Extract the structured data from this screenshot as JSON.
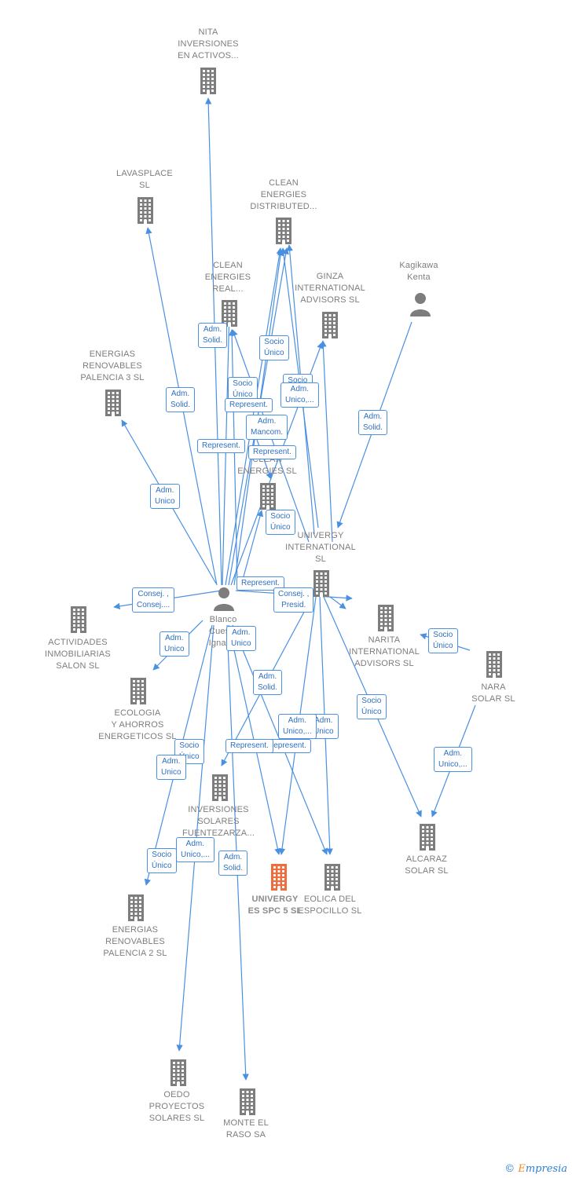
{
  "diagram": {
    "focus_node": "univergyes_spc5",
    "nodes": {
      "nita": {
        "label": "NITA\nINVERSIONES\nEN ACTIVOS...",
        "kind": "company"
      },
      "lavasplace": {
        "label": "LAVASPLACE\nSL",
        "kind": "company"
      },
      "clean_distributed": {
        "label": "CLEAN\nENERGIES\nDISTRIBUTED...",
        "kind": "company"
      },
      "clean_real": {
        "label": "CLEAN\nENERGIES\nREAL...",
        "kind": "company"
      },
      "ginza": {
        "label": "GINZA\nINTERNATIONAL\nADVISORS  SL",
        "kind": "company"
      },
      "kagikawa": {
        "label": "Kagikawa\nKenta",
        "kind": "person"
      },
      "energias_p3": {
        "label": "ENERGIAS\nRENOVABLES\nPALENCIA 3 SL",
        "kind": "company"
      },
      "clean_energies_sl": {
        "label": "CLEAN\nENERGIES SL",
        "kind": "company"
      },
      "univergy_intl": {
        "label": "UNIVERGY\nINTERNATIONAL\nSL",
        "kind": "company"
      },
      "blanco": {
        "label": "Blanco\nCuesta\nIgnacio",
        "kind": "person"
      },
      "actividades": {
        "label": "ACTIVIDADES\nINMOBILIARIAS\nSALON SL",
        "kind": "company"
      },
      "narita": {
        "label": "NARITA\nINTERNATIONAL\nADVISORS  SL",
        "kind": "company"
      },
      "nara": {
        "label": "NARA\nSOLAR  SL",
        "kind": "company"
      },
      "ecologia": {
        "label": "ECOLOGIA\nY AHORROS\nENERGETICOS SL",
        "kind": "company"
      },
      "inversiones_solares": {
        "label": "INVERSIONES\nSOLARES\nFUENTEZARZA...",
        "kind": "company"
      },
      "alcaraz": {
        "label": "ALCARAZ\nSOLAR SL",
        "kind": "company"
      },
      "univergyes_spc5": {
        "label": "UNIVERGY\nES SPC 5  SL",
        "kind": "company"
      },
      "eolica": {
        "label": "EOLICA DEL\nESPOCILLO SL",
        "kind": "company"
      },
      "energias_p2": {
        "label": "ENERGIAS\nRENOVABLES\nPALENCIA 2 SL",
        "kind": "company"
      },
      "oedo": {
        "label": "OEDO\nPROYECTOS\nSOLARES  SL",
        "kind": "company"
      },
      "monte": {
        "label": "MONTE EL\nRASO SA",
        "kind": "company"
      }
    },
    "edge_labels": {
      "l1": "Adm.\nSolid.",
      "l2": "Socio\nÚnico",
      "l3": "Socio\nÚnico",
      "l4": "Socio\nÚnico",
      "l5": "Adm.\nUnico,...",
      "l6": "Adm.\nSolid.",
      "l7": "Represent.",
      "l8": "Adm.\nSolid.",
      "l9": "Adm.\nMancom.",
      "l10": "Represent.",
      "l11": "Represent.",
      "l12": "Adm.\nUnico",
      "l13": "Socio\nÚnico",
      "l14": "Represent.",
      "l15": "Consej. ,\nConsej....",
      "l16": "Consej. ,\nPresid.",
      "l17": "Adm.\nUnico",
      "l18": "Adm.\nUnico",
      "l19": "Socio\nÚnico",
      "l20": "Adm.\nSolid.",
      "l21": "Socio\nÚnico",
      "l22": "Adm.\nUnico",
      "l23": "Adm.\nUnico,...",
      "l24": "Represent.",
      "l25": "Represent.",
      "l26": "Socio\nÚnico",
      "l27": "Adm.\nUnico",
      "l28": "Adm.\nUnico,...",
      "l29": "Socio\nÚnico",
      "l30": "Adm.\nUnico,...",
      "l31": "Adm.\nSolid."
    },
    "colors": {
      "edge": "#4a90e2",
      "icon": "#7d7d7d",
      "focus_icon": "#f26b3a",
      "person_icon": "#7d7d7d"
    }
  },
  "footer": {
    "copyright_symbol": "©",
    "brand_e": "E",
    "brand_rest": "mpresia"
  }
}
